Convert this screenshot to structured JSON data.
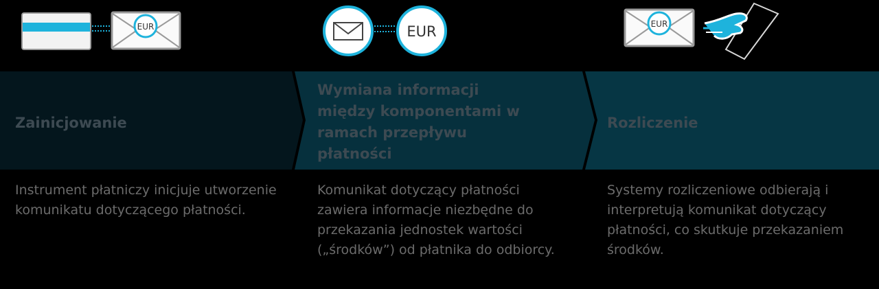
{
  "stages": [
    {
      "title": "Zainicjowanie",
      "description": "Instrument płatniczy inicjuje utworzenie komunikatu dotyczącego płatności."
    },
    {
      "title": "Wymiana informacji między komponentami w ramach przepływu płatności",
      "description": "Komunikat dotyczący płatności zawiera informacje niezbędne do przekazania jednostek wartości („środków”) od płatnika do odbiorcy."
    },
    {
      "title": "Rozliczenie",
      "description": "Systemy rozliczeniowe odbierają i interpretują komunikat dotyczący płatności, co skutkuje przekazaniem środków."
    }
  ],
  "currency_label": "EUR",
  "icons": [
    "card-icon",
    "envelope-eur-icon",
    "envelope-circle-icon",
    "eur-circle-icon",
    "envelope-eur-icon",
    "hand-card-icon"
  ],
  "colors": {
    "background": "#000000",
    "accent": "#1eb3dc",
    "band_1": "#04161d",
    "band_2": "#06303d",
    "band_3": "#063644",
    "title_text": "#3d4a52",
    "desc_text": "#6b6b6b"
  }
}
